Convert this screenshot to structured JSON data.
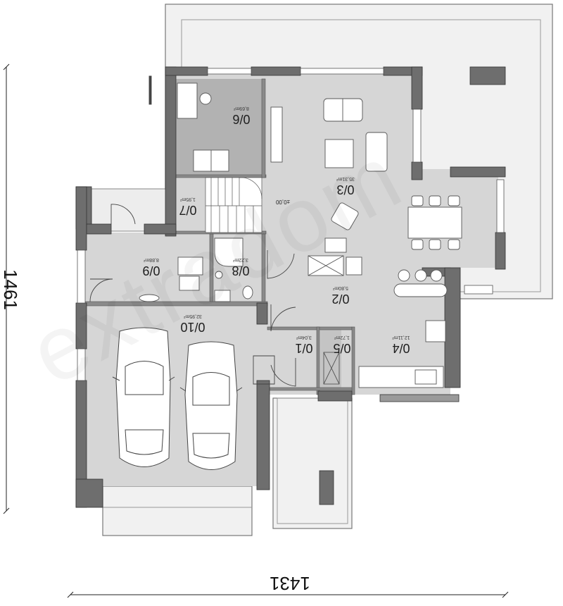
{
  "plan": {
    "dimension_horizontal": "1431",
    "dimension_vertical": "1461",
    "level_mark": "±0,00",
    "watermark": "extradom"
  },
  "rooms": [
    {
      "id": "0/1",
      "area": "3,04m²"
    },
    {
      "id": "0/2",
      "area": "5,80m²"
    },
    {
      "id": "0/3",
      "area": "35,31m²"
    },
    {
      "id": "0/4",
      "area": "12,11m²"
    },
    {
      "id": "0/5",
      "area": "1,72m²"
    },
    {
      "id": "0/6",
      "area": "8,69m²"
    },
    {
      "id": "0/7",
      "area": "1,95m²"
    },
    {
      "id": "0/8",
      "area": "3,22m²"
    },
    {
      "id": "0/9",
      "area": "8,88m²"
    },
    {
      "id": "0/10",
      "area": "32,95m²"
    }
  ],
  "colors": {
    "wall": "#6e6e6e",
    "floor": "#d6d6d6",
    "floor_dark": "#b0b0b0",
    "terrace": "#efefef",
    "outline": "#444444"
  }
}
